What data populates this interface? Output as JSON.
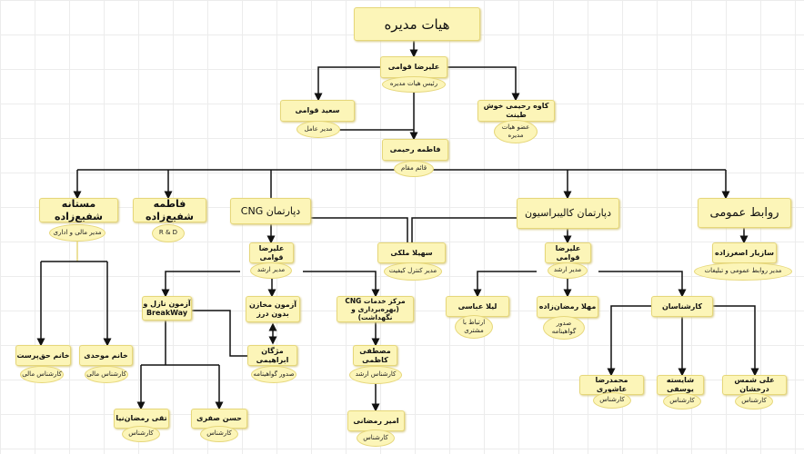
{
  "board": "هیات مدیره",
  "nodes": {
    "ceo": {
      "name": "علیرضا قوامی",
      "role": "رئیس هیات مدیره"
    },
    "saeed": {
      "name": "سعید قوامی",
      "role": "مدیر عامل"
    },
    "kaveh": {
      "name": "کاوه رحیمی خوش طینت",
      "role": "عضو هیات مدیره"
    },
    "fatemeh_r": {
      "name": "فاطمه رحیمی",
      "role": "قائم مقام"
    },
    "mastaneh": {
      "name": "مستانه شفیع‌زاده",
      "role": "مدیر مالی و اداری"
    },
    "fatemeh_s": {
      "name": "فاطمه شفیع‌زاده",
      "role": "R & D"
    },
    "cng_dept": {
      "name": "دپارتمان CNG"
    },
    "calib_dept": {
      "name": "دپارتمان کالیبراسیون"
    },
    "pr": {
      "name": "روابط عمومی"
    },
    "alireza_cng": {
      "name": "علیرضا قوامی",
      "role": "مدیر ارشد"
    },
    "sohaila": {
      "name": "سهیلا ملکی",
      "role": "مدیر کنترل کیفیت"
    },
    "alireza_cal": {
      "name": "علیرضا قوامی",
      "role": "مدیر ارشد"
    },
    "saziar": {
      "name": "سازیار اصغرزاده",
      "role": "مدیر روابط عمومی و تبلیغات"
    },
    "breakway": {
      "name": "آزمون نازل و BreakWay"
    },
    "mokhazen": {
      "name": "آزمون مخازن بدون درز"
    },
    "cng_center": {
      "name": "مرکز خدمات CNG (بهره‌برداری و نگهداشت)"
    },
    "leila": {
      "name": "لیلا عباسی",
      "role": "ارتباط با مشتری"
    },
    "mahla": {
      "name": "مهلا رمضان‌زاده",
      "role": "صدور گواهینامه"
    },
    "karshenasan": {
      "name": "کارشناسان"
    },
    "haghparast": {
      "name": "خانم حق‌پرست",
      "role": "کارشناس مالی"
    },
    "movahhedi": {
      "name": "خانم موحدی",
      "role": "کارشناس مالی"
    },
    "mojgan": {
      "name": "مژگان ابراهیمی",
      "role": "صدور گواهینامه"
    },
    "mostafa": {
      "name": "مصطفی کاظمی",
      "role": "کارشناس ارشد"
    },
    "mohammadreza": {
      "name": "محمدرضا عاشوری",
      "role": "کارشناس"
    },
    "shayesteh": {
      "name": "شایسته یوسفی",
      "role": "کارشناس"
    },
    "alishams": {
      "name": "علی شمس درخشان",
      "role": "کارشناس"
    },
    "taghi": {
      "name": "تقی رمضان‌نیا",
      "role": "کارشناس"
    },
    "hasan": {
      "name": "حسن صفری",
      "role": "کارشناس"
    },
    "amir": {
      "name": "امیر رمضانی",
      "role": "کارشناس"
    }
  },
  "colors": {
    "node_fill": "#fcf5b8",
    "node_border": "#e6d77a",
    "line": "#111111"
  }
}
